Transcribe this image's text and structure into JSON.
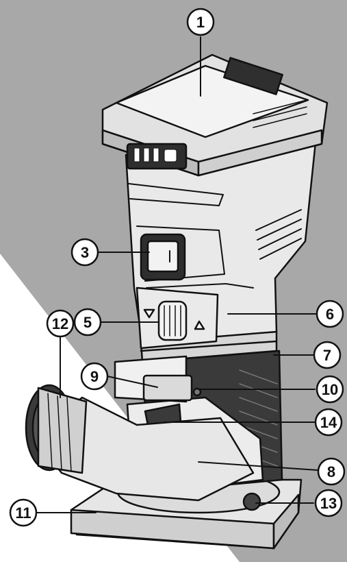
{
  "callouts": [
    {
      "id": "c1",
      "label": "1"
    },
    {
      "id": "c3",
      "label": "3"
    },
    {
      "id": "c5",
      "label": "5"
    },
    {
      "id": "c6",
      "label": "6"
    },
    {
      "id": "c7",
      "label": "7"
    },
    {
      "id": "c8",
      "label": "8"
    },
    {
      "id": "c9",
      "label": "9"
    },
    {
      "id": "c10",
      "label": "10"
    },
    {
      "id": "c11",
      "label": "11"
    },
    {
      "id": "c12",
      "label": "12"
    },
    {
      "id": "c13",
      "label": "13"
    },
    {
      "id": "c14",
      "label": "14"
    }
  ],
  "colors": {
    "background_gray": "#a8a8a8",
    "background_white": "#ffffff",
    "tool_body": "#e9e9e9",
    "tool_dark": "#2e2e2e",
    "outline": "#111111",
    "callout_fill": "#ffffff"
  },
  "icons": {
    "switch_mark": "power-on-mark",
    "arrow_down": "down-triangle-icon",
    "arrow_up": "up-triangle-icon"
  }
}
